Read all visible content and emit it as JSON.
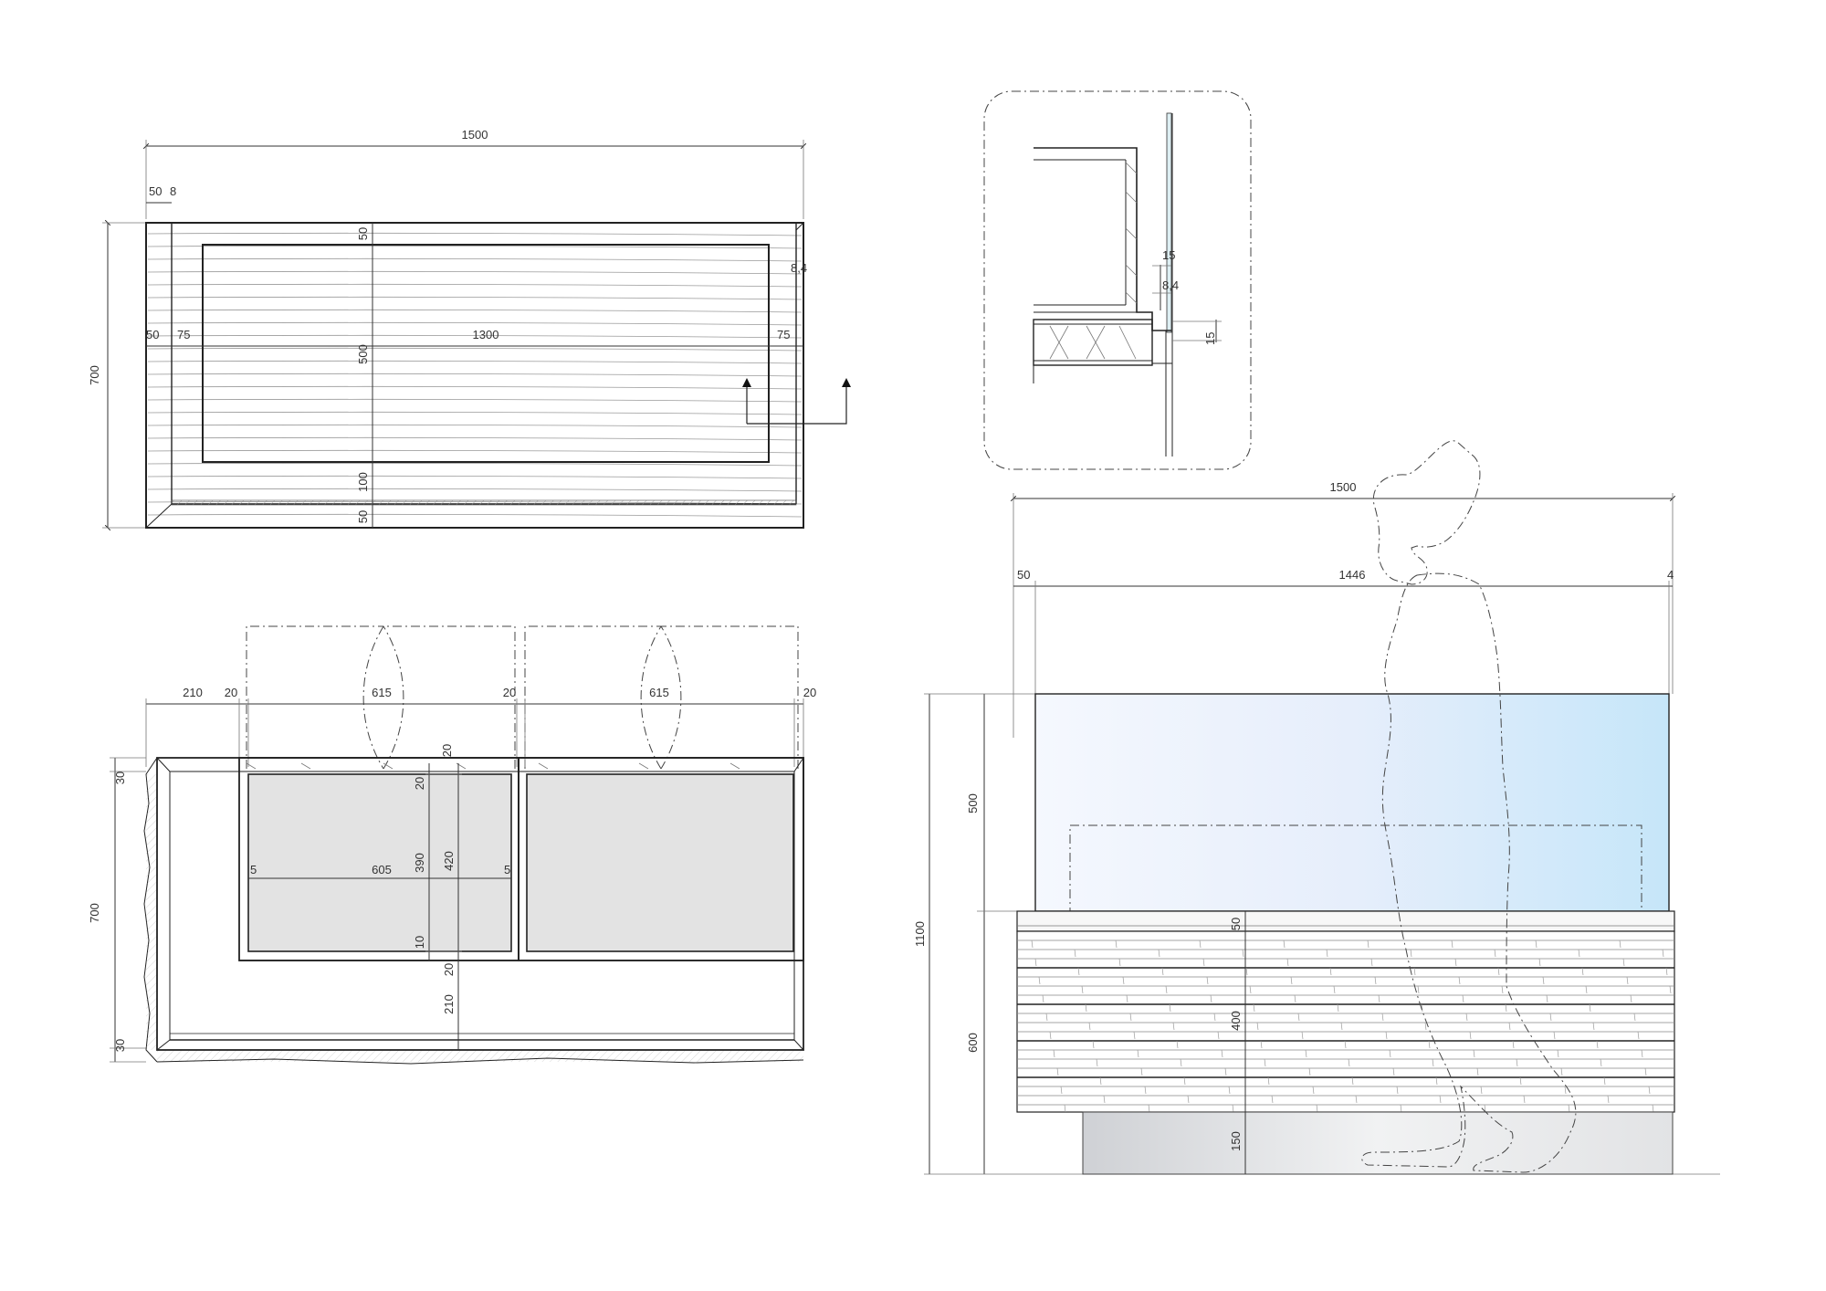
{
  "plan_top": {
    "overall_width": "1500",
    "edge_a": "50",
    "edge_b": "8",
    "height": "700",
    "inset_right": "8,4",
    "row_left_a": "50",
    "row_left_b": "75",
    "opening_width": "1300",
    "row_right": "75",
    "v_top": "50",
    "v_mid": "500",
    "v_lower": "100",
    "v_bottom": "50"
  },
  "detail": {
    "d15a": "15",
    "d84": "8,4",
    "d15b": "15"
  },
  "plan_bottom": {
    "seg_left": "210",
    "gap_a": "20",
    "door_a": "615",
    "gap_b": "20",
    "door_b": "615",
    "gap_c": "20",
    "h_top": "30",
    "height": "700",
    "h_bottom": "30",
    "v20a": "20",
    "v20b": "20",
    "v390": "390",
    "v420": "420",
    "v10": "10",
    "v20c": "20",
    "v210": "210",
    "w5a": "5",
    "w605": "605",
    "w5b": "5"
  },
  "elevation": {
    "overall_width": "1500",
    "w50": "50",
    "w1446": "1446",
    "w4": "4",
    "h1100": "1100",
    "h500": "500",
    "h600": "600",
    "h50": "50",
    "h400": "400",
    "h150": "150"
  },
  "colors": {
    "glass_light": "#f4f8fe",
    "glass_mid": "#e3eefb",
    "glass_dark": "#c8e6f8",
    "panel_grey": "#e3e3e3",
    "base_grey": "#d7d9dc"
  }
}
